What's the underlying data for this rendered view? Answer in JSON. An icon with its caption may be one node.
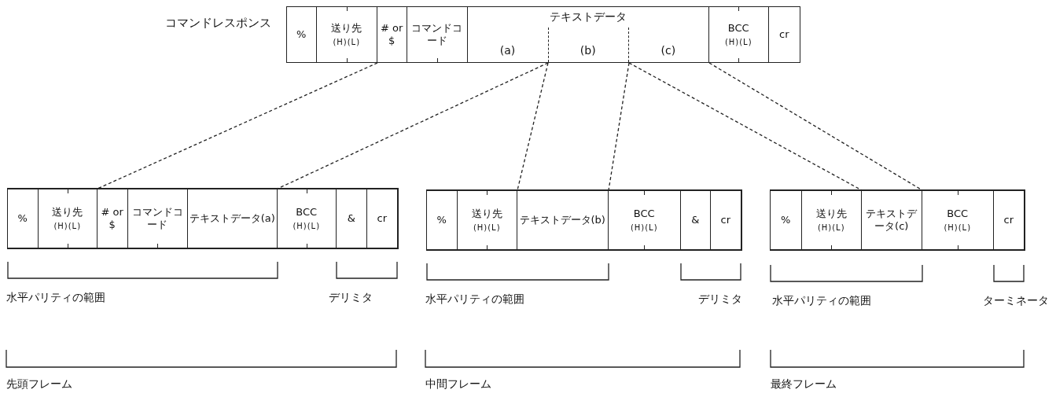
{
  "diagram": {
    "nodes": [
      {
        "text": [
          "コマンドレスポンス"
        ]
      },
      {
        "text": [
          "%"
        ],
        "in": 0
      },
      {
        "text": [
          "送り先",
          "(H)(L)"
        ],
        "in": 0
      },
      {
        "text": [
          "# or $"
        ],
        "in": 0
      },
      {
        "text": [
          "コマンドコード"
        ],
        "in": 0
      },
      {
        "text": [
          "テキストデータ",
          "(a)",
          "(b)",
          "(c)"
        ],
        "in": 0
      },
      {
        "text": [
          "BCC",
          "(H)(L)"
        ],
        "in": 0
      },
      {
        "text": [
          "cr"
        ],
        "in": 0
      },
      {
        "text": [],
        "shape": "box"
      },
      {
        "text": [
          "%"
        ],
        "in": 8
      },
      {
        "text": [
          "送り先",
          "(H)(L)"
        ],
        "in": 8
      },
      {
        "text": [
          "# or $"
        ],
        "in": 8
      },
      {
        "text": [
          "コマンドコード"
        ],
        "in": 8
      },
      {
        "text": [
          "テキストデータ(a)"
        ],
        "in": 8
      },
      {
        "text": [
          "BCC",
          "(H)(L)"
        ],
        "in": 8
      },
      {
        "text": [
          "&"
        ],
        "in": 8
      },
      {
        "text": [
          "cr"
        ],
        "in": 8
      },
      {
        "text": [],
        "shape": "box"
      },
      {
        "text": [
          "%"
        ],
        "in": 17
      },
      {
        "text": [
          "送り先",
          "(H)(L)"
        ],
        "in": 17
      },
      {
        "text": [
          "テキストデータ(b)"
        ],
        "in": 17
      },
      {
        "text": [
          "BCC",
          "(H)(L)"
        ],
        "in": 17
      },
      {
        "text": [
          "&"
        ],
        "in": 17
      },
      {
        "text": [
          "cr"
        ],
        "in": 17
      },
      {
        "text": [],
        "shape": "box"
      },
      {
        "text": [
          "%"
        ],
        "in": 24
      },
      {
        "text": [
          "送り先",
          "(H)(L)"
        ],
        "in": 24
      },
      {
        "text": [
          "テキストデータ(c)"
        ],
        "in": 24
      },
      {
        "text": [
          "BCC",
          "(H)(L)"
        ],
        "in": 24
      },
      {
        "text": [
          "cr"
        ],
        "in": 24
      }
    ],
    "edges": [
      {
        "from": 0,
        "to": 8,
        "arrow": "none",
        "style": "dashed"
      },
      {
        "from": 0,
        "to": 8,
        "arrow": "none",
        "style": "dashed"
      },
      {
        "from": 0,
        "to": 17,
        "arrow": "none",
        "style": "dashed"
      },
      {
        "from": 0,
        "to": 17,
        "arrow": "none",
        "style": "dashed"
      },
      {
        "from": 0,
        "to": 24,
        "arrow": "none",
        "style": "dashed"
      },
      {
        "from": 0,
        "to": 24,
        "arrow": "none",
        "style": "dashed"
      }
    ],
    "labels": [
      "水平パリティの範囲",
      "デリミタ",
      "水平パリティの範囲",
      "デリミタ",
      "水平パリティの範囲",
      "ターミネータ",
      "先頭フレーム",
      "中間フレーム",
      "最終フレーム"
    ]
  }
}
